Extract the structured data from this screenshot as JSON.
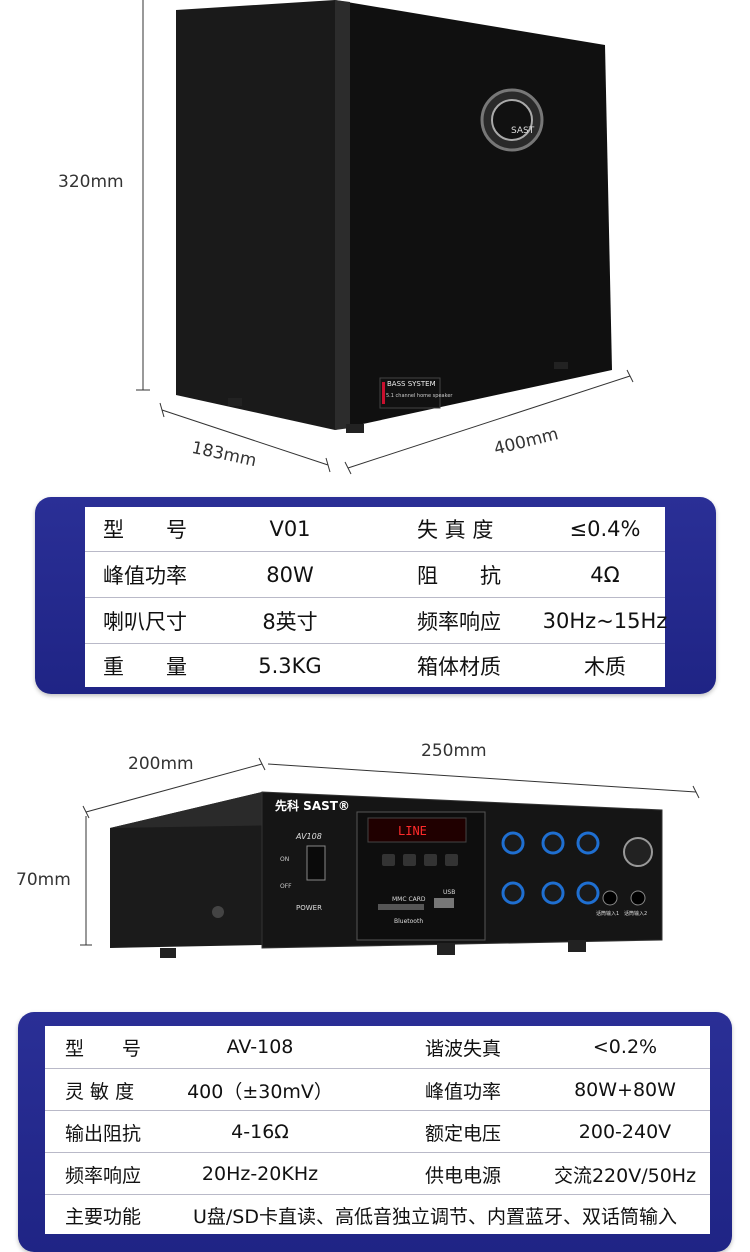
{
  "speaker": {
    "dimensions": {
      "height": "320mm",
      "depth": "183mm",
      "width": "400mm"
    },
    "badge_line1": "BASS SYSTEM",
    "badge_line2": "5.1 channel home speaker",
    "logo": "SAST"
  },
  "speaker_specs": {
    "rows": [
      {
        "l1": "型　　号",
        "v1": "V01",
        "l2": "失 真 度",
        "v2": "≤0.4%"
      },
      {
        "l1": "峰值功率",
        "v1": "80W",
        "l2": "阻　　抗",
        "v2": "4Ω"
      },
      {
        "l1": "喇叭尺寸",
        "v1": "8英寸",
        "l2": "频率响应",
        "v2": "30Hz~15Hz"
      },
      {
        "l1": "重　　量",
        "v1": "5.3KG",
        "l2": "箱体材质",
        "v2": "木质"
      }
    ]
  },
  "amplifier": {
    "dimensions": {
      "depth": "200mm",
      "width": "250mm",
      "height": "70mm"
    },
    "brand": "先科 SAST®",
    "model_label": "AV108",
    "on": "ON",
    "off": "OFF",
    "power": "POWER",
    "display": "LINE",
    "card_label": "MMC CARD",
    "usb_label": "USB",
    "bluetooth": "Bluetooth",
    "mic1": "话筒输入1",
    "mic2": "话筒输入2"
  },
  "amp_specs": {
    "rows": [
      {
        "l1": "型　　号",
        "v1": "AV-108",
        "l2": "谐波失真",
        "v2": "<0.2%"
      },
      {
        "l1": "灵 敏 度",
        "v1": "400（±30mV）",
        "l2": "峰值功率",
        "v2": "80W+80W"
      },
      {
        "l1": "输出阻抗",
        "v1": "4-16Ω",
        "l2": "额定电压",
        "v2": "200-240V"
      },
      {
        "l1": "频率响应",
        "v1": "20Hz-20KHz",
        "l2": "供电电源",
        "v2": "交流220V/50Hz"
      }
    ],
    "feature_label": "主要功能",
    "feature_value": "U盘/SD卡直读、高低音独立调节、内置蓝牙、双话筒输入"
  },
  "colors": {
    "panel_blue": "#23288c",
    "row_line": "#b9b9c8"
  }
}
